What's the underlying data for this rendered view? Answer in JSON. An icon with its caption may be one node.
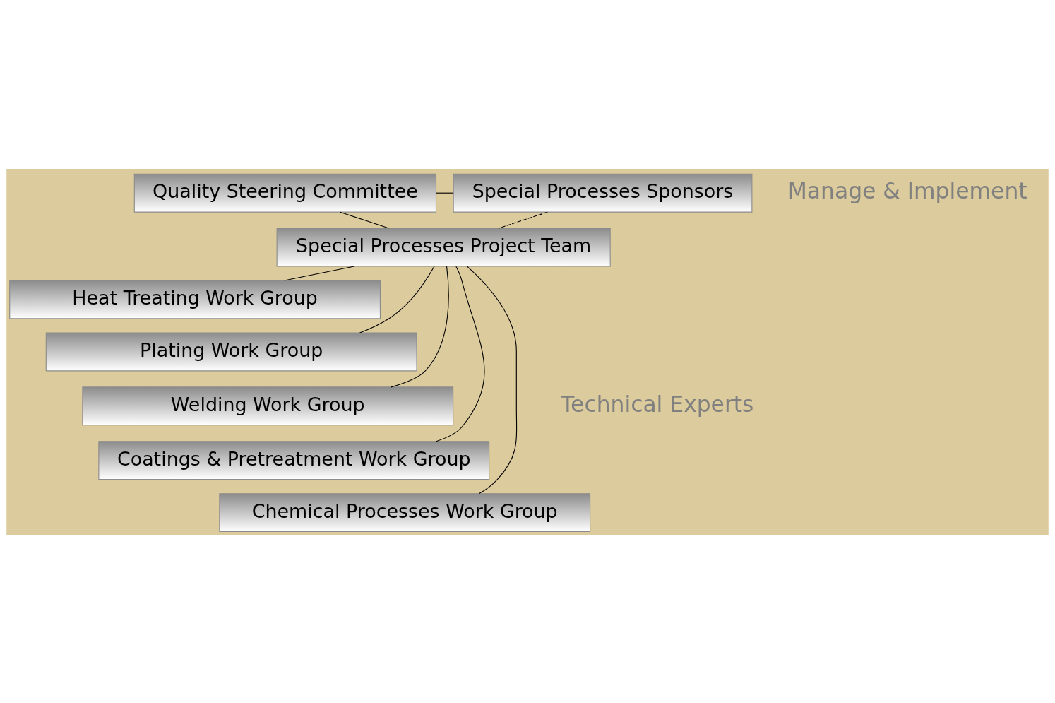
{
  "diagram": {
    "nodes": [
      {
        "text": [
          "Quality Steering Committee"
        ]
      },
      {
        "text": [
          "Special Processes Sponsors"
        ]
      },
      {
        "text": [
          "Special Processes Project Team"
        ]
      },
      {
        "text": [
          "Heat Treating Work Group"
        ]
      },
      {
        "text": [
          "Plating Work Group"
        ]
      },
      {
        "text": [
          "Welding Work Group"
        ]
      },
      {
        "text": [
          "Coatings & Pretreatment Work Group"
        ]
      },
      {
        "text": [
          "Chemical Processes Work Group"
        ]
      }
    ],
    "edges": [
      {
        "from": 0,
        "to": 1,
        "arrow": "none"
      },
      {
        "from": 0,
        "to": 2,
        "arrow": "none"
      },
      {
        "from": 1,
        "to": 2,
        "arrow": "none",
        "style": "dashed"
      },
      {
        "from": 2,
        "to": 3,
        "arrow": "none"
      },
      {
        "from": 2,
        "to": 4,
        "arrow": "none"
      },
      {
        "from": 2,
        "to": 5,
        "arrow": "none"
      },
      {
        "from": 2,
        "to": 6,
        "arrow": "none"
      },
      {
        "from": 2,
        "to": 7,
        "arrow": "none"
      }
    ],
    "labels": [
      "Manage & Implement",
      "Technical Experts"
    ]
  }
}
